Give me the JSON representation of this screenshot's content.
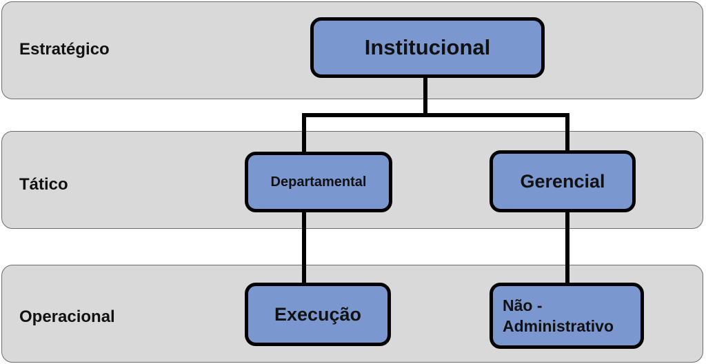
{
  "bands": {
    "strategic": {
      "label": "Estratégico"
    },
    "tactical": {
      "label": "Tático"
    },
    "operational": {
      "label": "Operacional"
    }
  },
  "nodes": {
    "institutional": "Institucional",
    "departmental": "Departamental",
    "managerial": "Gerencial",
    "execution": "Execução",
    "non_administrative": "Não -\nAdministrativo"
  },
  "colors": {
    "band_fill": "#d9d9d9",
    "band_border": "#6b6b6b",
    "node_fill": "#7b97cf",
    "node_border": "#000000",
    "connector": "#000000"
  }
}
